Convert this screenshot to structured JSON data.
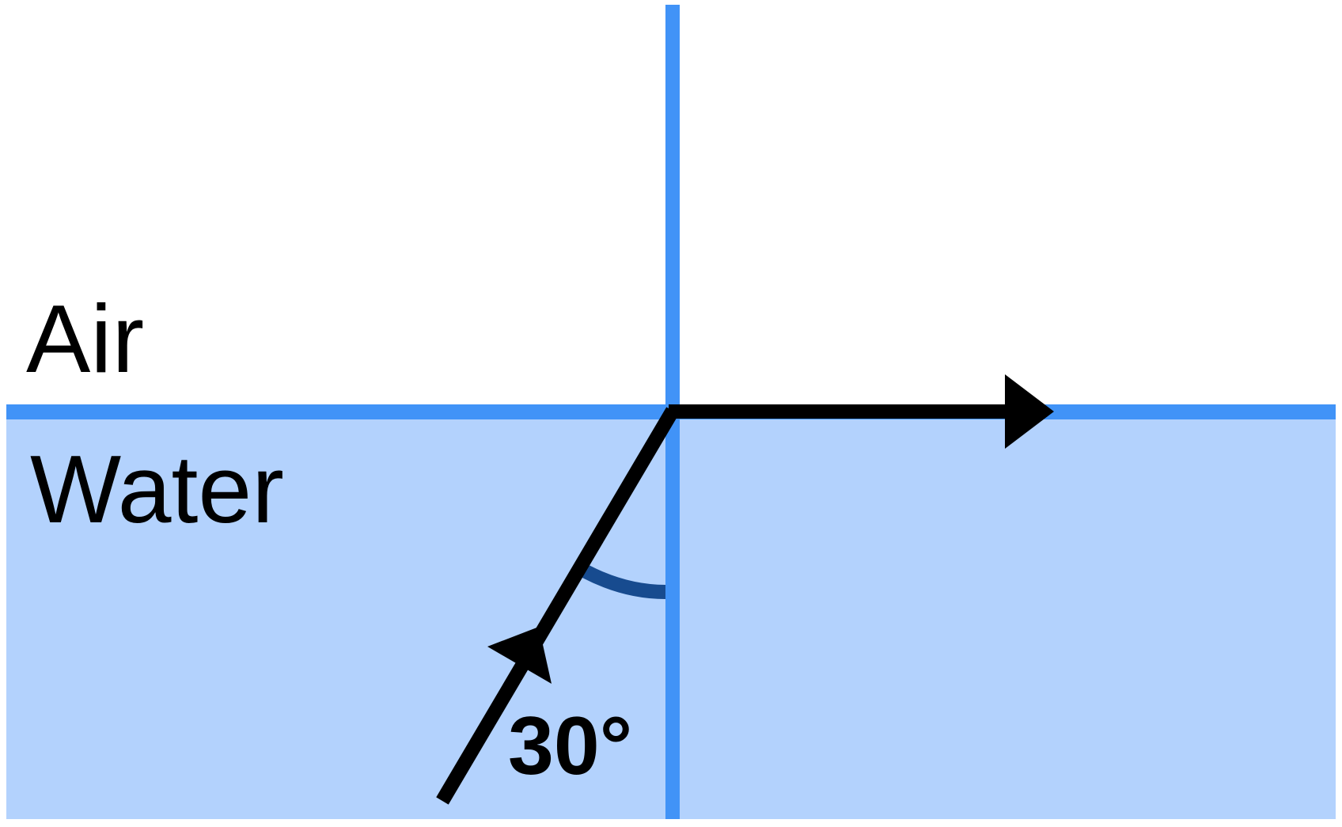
{
  "labels": {
    "upper_medium": "Air",
    "lower_medium": "Water",
    "angle": "30°"
  },
  "colors": {
    "background": "#ffffff",
    "water_fill": "#b3d2fd",
    "boundary_line": "#4193f7",
    "normal_line": "#4193f7",
    "ray": "#000000",
    "angle_arc": "#174b8f"
  }
}
